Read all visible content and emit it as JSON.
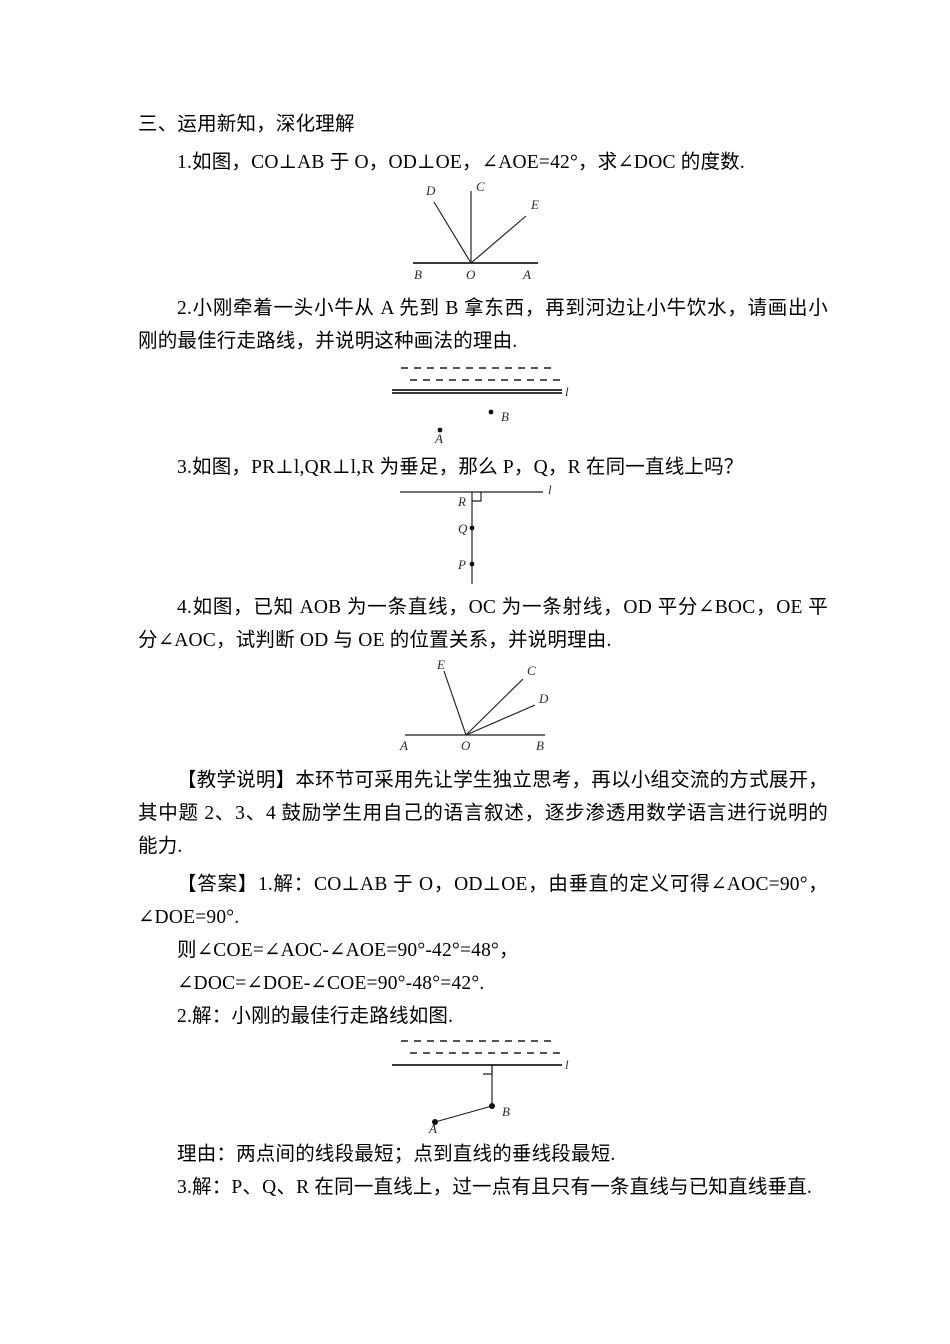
{
  "document": {
    "section_heading": "三、运用新知，深化理解",
    "problems": [
      {
        "id": "p1",
        "text": "1.如图，CO⊥AB 于 O，OD⊥OE，∠AOE=42°，求∠DOC 的度数.",
        "figure": {
          "name": "angle-figure-1",
          "labels": {
            "D": "D",
            "C": "C",
            "E": "E",
            "B": "B",
            "O": "O",
            "A": "A"
          }
        }
      },
      {
        "id": "p2",
        "text": "2.小刚牵着一头小牛从 A 先到 B 拿东西，再到河边让小牛饮水，请画出小刚的最佳行走路线，并说明这种画法的理由.",
        "figure": {
          "name": "river-figure-2",
          "labels": {
            "line": "l",
            "B": "B",
            "A": "A"
          }
        }
      },
      {
        "id": "p3",
        "text": "3.如图，PR⊥l,QR⊥l,R 为垂足，那么 P，Q，R 在同一直线上吗？",
        "figure": {
          "name": "perpendicular-figure-3",
          "labels": {
            "R": "R",
            "line": "l",
            "Q": "Q",
            "P": "P"
          }
        }
      },
      {
        "id": "p4",
        "text": "4.如图，已知 AOB 为一条直线，OC 为一条射线，OD 平分∠BOC，OE 平分∠AOC，试判断 OD 与 OE 的位置关系，并说明理由.",
        "figure": {
          "name": "bisector-figure-4",
          "labels": {
            "E": "E",
            "C": "C",
            "D": "D",
            "A": "A",
            "O": "O",
            "B": "B"
          }
        }
      }
    ],
    "teaching_note": "【教学说明】本环节可采用先让学生独立思考，再以小组交流的方式展开，其中题 2、3、4 鼓励学生用自己的语言叙述，逐步渗透用数学语言进行说明的能力.",
    "answers": {
      "line1": "【答案】1.解：CO⊥AB 于 O，OD⊥OE，由垂直的定义可得∠AOC=90°，∠DOE=90°.",
      "line2": "则∠COE=∠AOC-∠AOE=90°-42°=48°，",
      "line3": "∠DOC=∠DOE-∠COE=90°-48°=42°.",
      "line4": "2.解：小刚的最佳行走路线如图.",
      "figure": {
        "name": "solution-path-figure",
        "labels": {
          "line": "l",
          "B": "B",
          "A": "A"
        }
      },
      "line5": "理由：两点间的线段最短；点到直线的垂线段最短.",
      "line6": "3.解：P、Q、R 在同一直线上，过一点有且只有一条直线与已知直线垂直."
    }
  },
  "colors": {
    "ink": "#1d1d1d",
    "label": "#2b2b2b",
    "page_background": "#ffffff"
  }
}
